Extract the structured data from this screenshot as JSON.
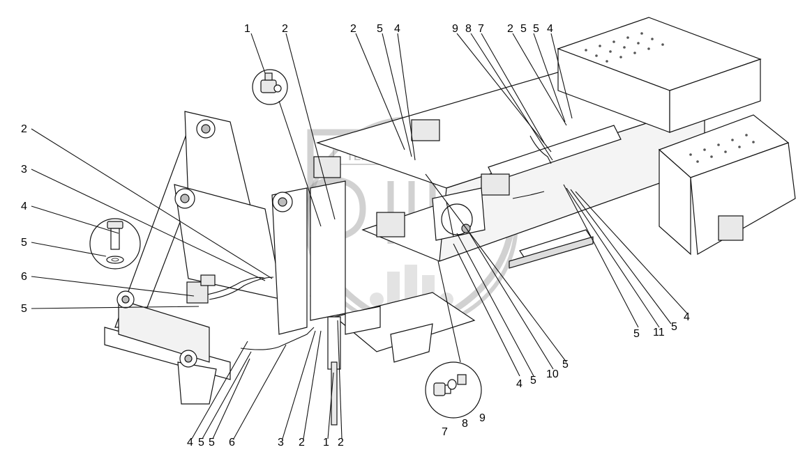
{
  "watermark": {
    "text": "ТЕХНИКА И ЗАПЧАСТИ"
  },
  "labels": {
    "left": [
      "2",
      "3",
      "4",
      "5",
      "6",
      "5"
    ],
    "top_left": [
      "1",
      "2"
    ],
    "top_mid": [
      "2",
      "5",
      "4"
    ],
    "top_right_a": [
      "9",
      "8",
      "7"
    ],
    "top_right_b": [
      "2",
      "5",
      "5",
      "4"
    ],
    "bottom": [
      "4",
      "5",
      "5",
      "6",
      "3",
      "2",
      "1",
      "2"
    ],
    "detail_b": [
      "7",
      "8",
      "9"
    ],
    "center_low": [
      "4",
      "5",
      "10",
      "5"
    ],
    "right_low": [
      "5",
      "11",
      "5",
      "4"
    ]
  }
}
